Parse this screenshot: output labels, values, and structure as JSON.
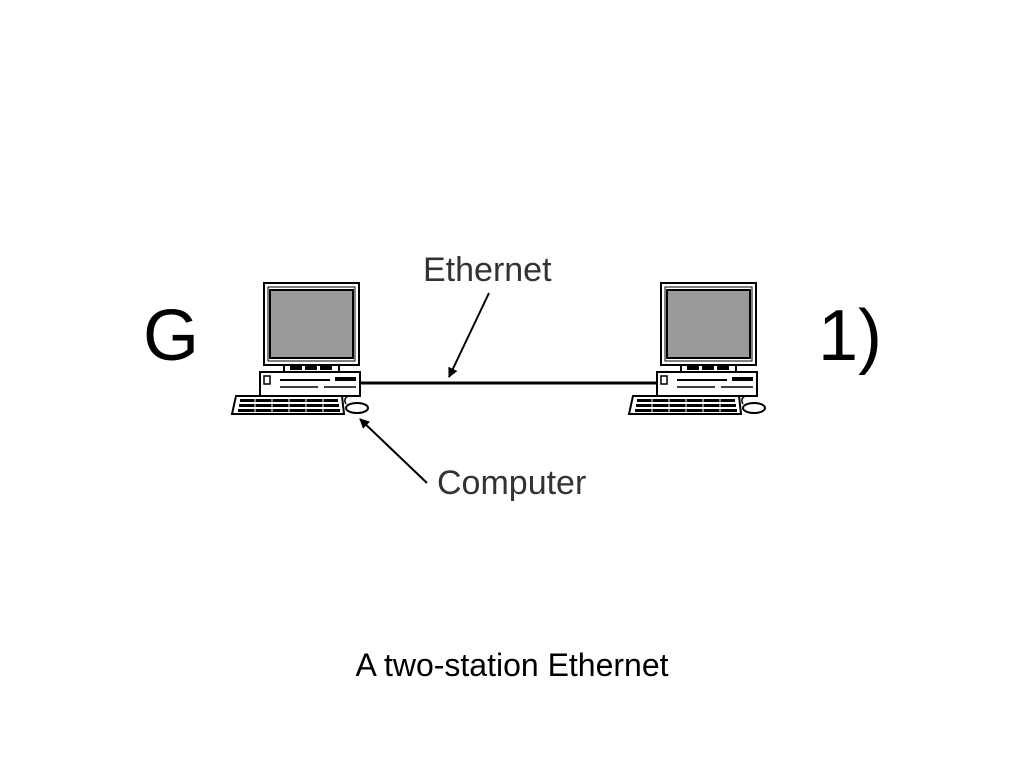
{
  "left_label": "G",
  "right_label": "1)",
  "callouts": {
    "cable": "Ethernet",
    "station": "Computer"
  },
  "caption": "A two-station Ethernet",
  "colors": {
    "screen": "#999999",
    "outline": "#000000",
    "case": "#ffffff"
  }
}
